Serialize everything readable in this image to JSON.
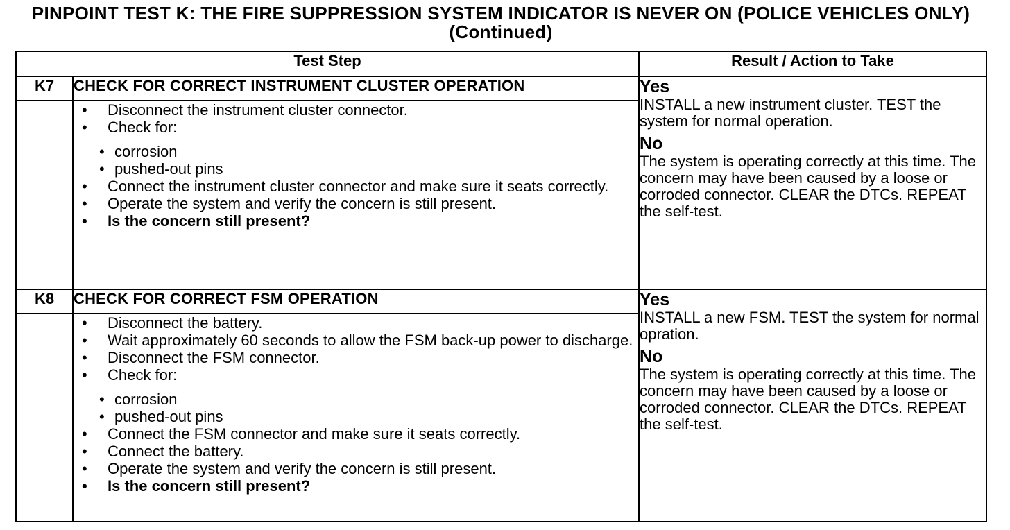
{
  "title": "PINPOINT TEST  K: THE FIRE SUPPRESSION SYSTEM INDICATOR IS NEVER ON (POLICE VEHICLES ONLY) (Continued)",
  "headers": {
    "test_step": "Test Step",
    "result": "Result / Action to Take"
  },
  "steps": [
    {
      "id": "K7",
      "title": "CHECK FOR CORRECT INSTRUMENT CLUSTER OPERATION",
      "items_a": [
        "Disconnect the instrument cluster connector.",
        "Check for:"
      ],
      "sub_items": [
        "corrosion",
        "pushed-out pins"
      ],
      "items_b": [
        "Connect the instrument cluster connector and make sure it seats correctly.",
        "Operate the system and verify the concern is still present."
      ],
      "question": "Is the concern still present?",
      "yes_label": "Yes",
      "yes_text": "INSTALL a new instrument cluster. TEST the system for normal operation.",
      "no_label": "No",
      "no_text": "The system is operating correctly at this time. The concern may have been caused by a loose or corroded connector. CLEAR the DTCs. REPEAT the self-test."
    },
    {
      "id": "K8",
      "title": "CHECK FOR CORRECT FSM OPERATION",
      "items_a": [
        "Disconnect the battery.",
        "Wait approximately 60 seconds to allow the FSM back-up power to discharge.",
        "Disconnect the FSM connector.",
        "Check for:"
      ],
      "sub_items": [
        "corrosion",
        "pushed-out pins"
      ],
      "items_b": [
        "Connect the FSM connector and make sure it seats correctly.",
        "Connect the battery.",
        "Operate the system and verify the concern is still present."
      ],
      "question": "Is the concern still present?",
      "yes_label": "Yes",
      "yes_text": "INSTALL a new FSM. TEST the system for normal opration.",
      "no_label": "No",
      "no_text": "The system is operating correctly at this time. The concern may have been caused by a loose or corroded connector. CLEAR the DTCs. REPEAT the self-test."
    }
  ]
}
